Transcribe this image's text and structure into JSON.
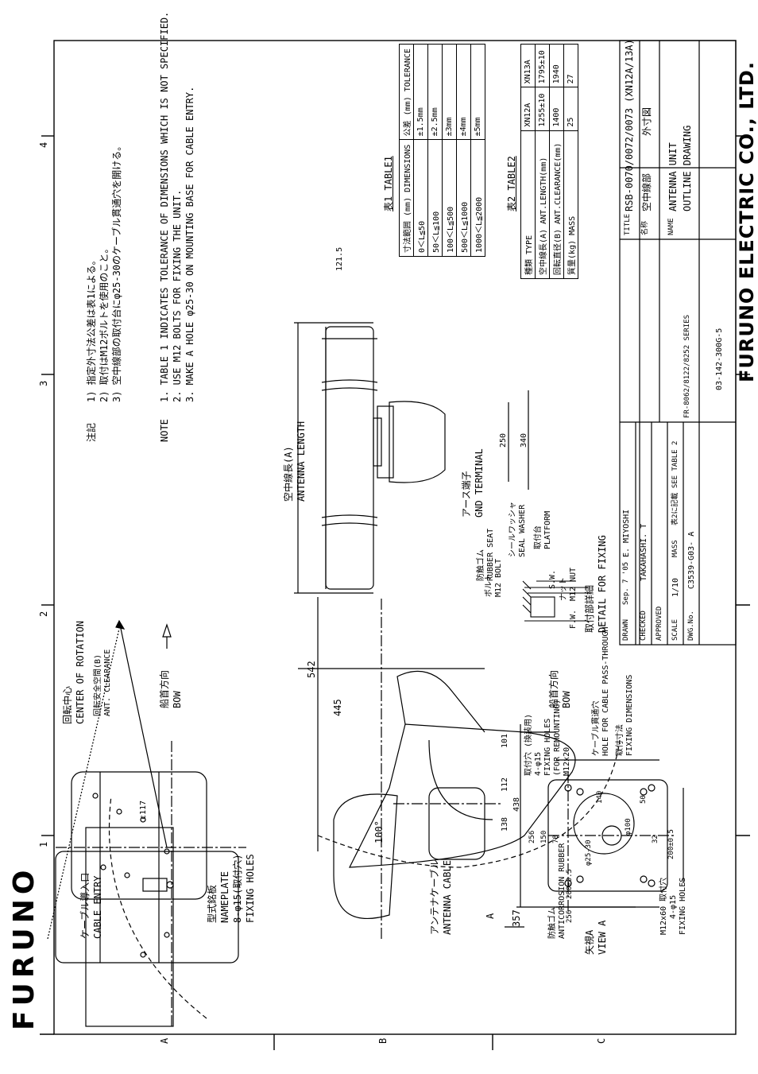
{
  "brand": {
    "logo_text": "FURUNO",
    "company": "FURUNO ELECTRIC CO., LTD."
  },
  "frame": {
    "col_numbers": [
      "1",
      "2",
      "3",
      "4"
    ],
    "row_letters": [
      "A",
      "B",
      "C"
    ]
  },
  "notes": {
    "jp_header": "注記",
    "jp": [
      "1) 指定外寸法公差は表1による。",
      "2) 取付はM12ボルトを使用のこと。",
      "3) 空中線部の取付台にφ25-30のケーブル貫通穴を開ける。"
    ],
    "en_header": "NOTE",
    "en": [
      "1. TABLE 1 INDICATES TOLERANCE OF DIMENSIONS WHICH IS NOT SPECIFIED.",
      "2. USE M12 BOLTS FOR FIXING THE UNIT.",
      "3. MAKE A HOLE φ25-30 ON MOUNTING BASE FOR CABLE ENTRY."
    ]
  },
  "table1": {
    "title": "表1 TABLE1",
    "headers": [
      "寸法範囲 (mm) DIMENSIONS",
      "公差 (mm) TOLERANCE"
    ],
    "rows": [
      [
        "0＜L≦50",
        "±1.5mm"
      ],
      [
        "50＜L≦100",
        "±2.5mm"
      ],
      [
        "100＜L≦500",
        "±3mm"
      ],
      [
        "500＜L≦1000",
        "±4mm"
      ],
      [
        "1000＜L≦2000",
        "±5mm"
      ]
    ]
  },
  "table2": {
    "title": "表2 TABLE2",
    "headers": [
      "種類 TYPE",
      "XN12A",
      "XN13A"
    ],
    "rows": [
      [
        "空中線長(A) ANT.LENGTH(mm)",
        "1255±10",
        "1795±10"
      ],
      [
        "回転直径(B) ANT.CLEARANCE(mm)",
        "1400",
        "1940"
      ],
      [
        "質量(kg) MASS",
        "25",
        "27"
      ]
    ]
  },
  "views": {
    "top": {
      "center_jp": "回転中心",
      "center": "CENTER OF ROTATION",
      "clearance_jp": "回転安全空間(B)",
      "clearance": "ANT. CLEARANCE",
      "bow_jp": "船首方向",
      "bow": "BOW",
      "cable_entry_jp": "ケーブル導入口",
      "cable_entry": "CABLE ENTRY",
      "nameplate_jp": "型式銘板",
      "nameplate": "NAMEPLATE",
      "holes_jp": "8-φ15(取付穴)",
      "holes": "FIXING HOLES",
      "dim_radius": "c117"
    },
    "side": {
      "dims": [
        "542",
        "445",
        "101",
        "112",
        "438",
        "138",
        "357",
        "100°"
      ],
      "cable_jp": "アンテナケーブル",
      "cable": "ANTENNA CABLE",
      "section": "A"
    },
    "front": {
      "length_jp": "空中線長(A)",
      "length": "ANTENNA LENGTH",
      "dims": [
        "250",
        "340",
        "121.5"
      ],
      "gnd_jp": "アース端子",
      "gnd": "GND TERMINAL"
    },
    "fixing_detail": {
      "bolt_jp": "ボルト",
      "bolt": "M12 BOLT",
      "seal_jp": "シールワッシャ",
      "seal": "SEAL WASHER",
      "rubber_jp": "防触ゴム",
      "rubber": "RUBBER SEAT",
      "platform_jp": "取付台",
      "platform": "PLATFORM",
      "sw": "S.W.",
      "nut_jp": "ナット",
      "nut": "M12 NUT",
      "fw": "F.W.",
      "title_jp": "取付部詳細",
      "title": "DETAIL FOR FIXING"
    },
    "view_a": {
      "title_jp": "矢視A",
      "title": "VIEW A",
      "anti_jp": "防触ゴム",
      "anti": "ANTICORROSION RUBBER",
      "fix_jp": "取付穴 (換装用)",
      "fix": "4-φ15",
      "fix2": "FIXING HOLES",
      "fix3": "(FOR REMOUNTING)",
      "fix4": "M12x20",
      "bow_jp": "船首方向",
      "bow": "BOW",
      "cable_jp": "ケーブル貫通穴",
      "cable": "HOLE FOR CABLE PASS-THROUGH",
      "dims_jp": "取付寸法",
      "dims": "FIXING DIMENSIONS",
      "m12": "M12x60 取付穴",
      "m12b": "4-φ15",
      "m12c": "FIXING HOLES",
      "d": [
        "256",
        "150",
        "78",
        "φ25-30",
        "140",
        "φ100",
        "32",
        "200±0.5",
        "200±0.5",
        "256",
        "50"
      ]
    }
  },
  "title_block": {
    "drawn_label": "DRAWN",
    "drawn_date": "Sep. 7 '05",
    "drawn_by": "E. MIYOSHI",
    "checked_label": "CHECKED",
    "checked_by": "TAKAHASHI. T",
    "approved_label": "APPROVED",
    "scale_label": "SCALE",
    "scale": "1/10",
    "mass_label": "MASS",
    "mass_val": "表2に記載 SEE TABLE 2",
    "dwg_label": "DWG.No.",
    "dwg_no": "C3539-G03- A",
    "series": "FR-8062/8122/8252 SERIES",
    "ref_no": "03-142-300G-5",
    "title_label": "TITLE",
    "title": "RSB-0070/0072/0073 (XN12A/13A)",
    "title_jp_label": "名称",
    "title_jp": "空中線部",
    "title_jp2": "外寸図",
    "name_label": "NAME",
    "name1": "ANTENNA UNIT",
    "name2": "OUTLINE DRAWING"
  }
}
